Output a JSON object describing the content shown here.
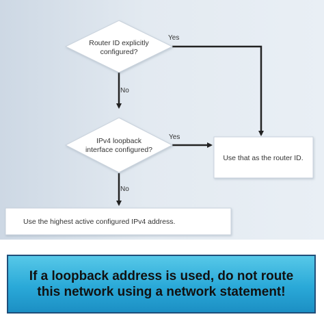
{
  "diagram": {
    "decision_router_id": [
      "Router ID explicitly",
      "configured?"
    ],
    "decision_loopback": [
      "IPv4 loopback",
      "interface configured?"
    ],
    "box_use_router_id": "Use that as the router ID.",
    "box_highest_address": "Use the highest active configured IPv4 address.",
    "label_yes_1": "Yes",
    "label_no_1": "No",
    "label_yes_2": "Yes",
    "label_no_2": "No"
  },
  "callout": {
    "text": "If a loopback address is used, do not route this network using a network statement!",
    "color_top": "#57c8e8",
    "color_bottom": "#1c8fc4"
  }
}
